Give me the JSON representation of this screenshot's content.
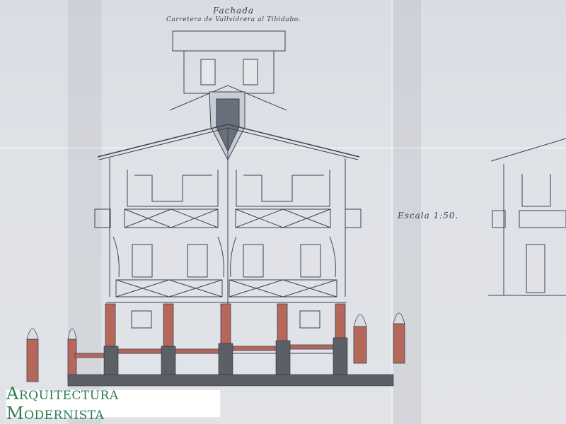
{
  "drawing": {
    "title": "Fachada",
    "subtitle": "Carretera de Vallvidrera al Tibidabo.",
    "scale_label": "Escala 1:50."
  },
  "watermark": {
    "text": "Arquitectura Modernista",
    "color": "#2e7d4f"
  },
  "colors": {
    "paper": "#dfe2e7",
    "ink": "#33415a",
    "brick": "#b5675a",
    "stone": "#5b5f66"
  }
}
